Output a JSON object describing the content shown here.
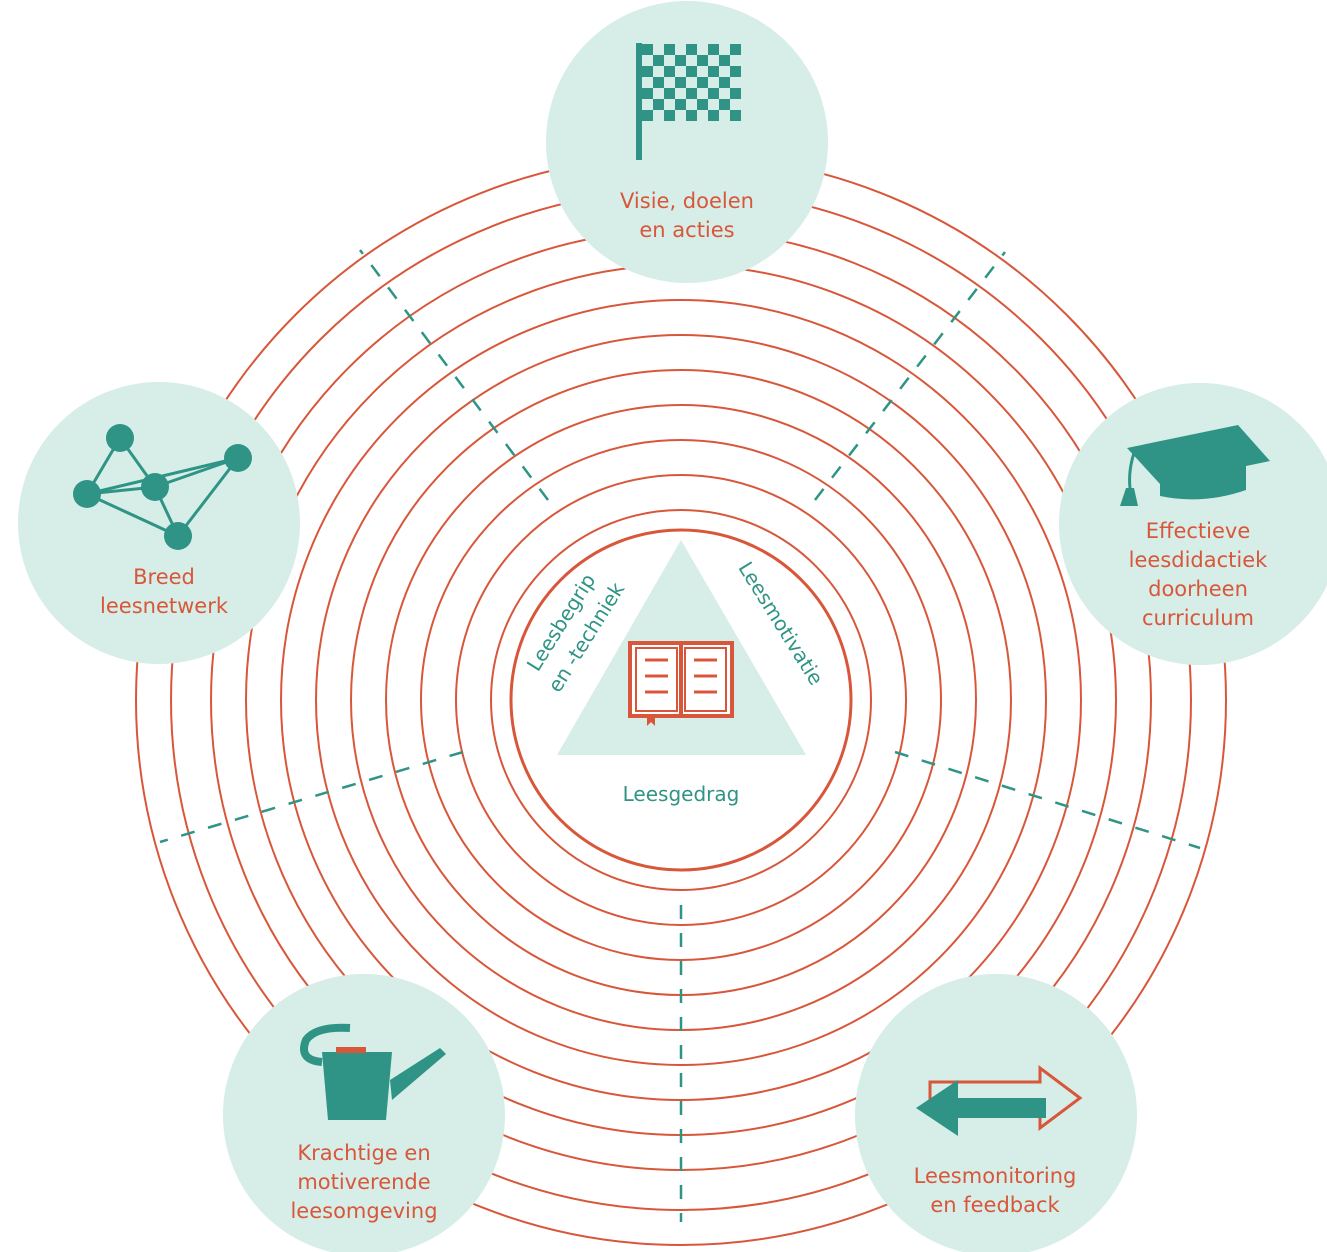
{
  "colors": {
    "ring": "#d8573a",
    "node_fill": "#d6ede8",
    "teal": "#2f9485",
    "label": "#d8573a"
  },
  "core": {
    "left_side": [
      "Leesbegrip",
      "en -techniek"
    ],
    "right_side": "Leesmotivatie",
    "bottom": "Leesgedrag",
    "icon": "open-book-icon"
  },
  "nodes": [
    {
      "key": "visie",
      "icon": "checkered-flag-icon",
      "lines": [
        "Visie, doelen",
        "en acties"
      ]
    },
    {
      "key": "didactiek",
      "icon": "graduation-cap-icon",
      "lines": [
        "Effectieve",
        "leesdidactiek",
        "doorheen",
        "curriculum"
      ]
    },
    {
      "key": "monitoring",
      "icon": "two-way-arrow-icon",
      "lines": [
        "Leesmonitoring",
        "en feedback"
      ]
    },
    {
      "key": "omgeving",
      "icon": "watering-can-icon",
      "lines": [
        "Krachtige en",
        "motiverende",
        "leesomgeving"
      ]
    },
    {
      "key": "netwerk",
      "icon": "network-icon",
      "lines": [
        "Breed",
        "leesnetwerk"
      ]
    }
  ]
}
